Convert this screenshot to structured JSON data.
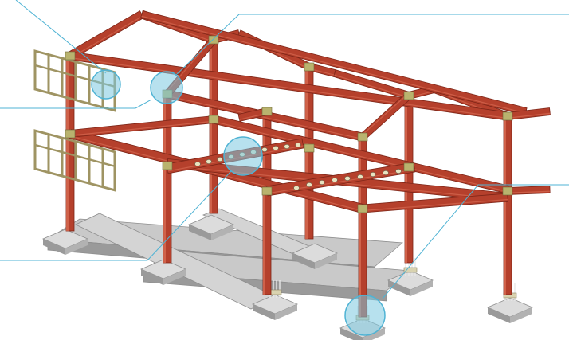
{
  "figure": {
    "subject": "steel-frame-structure-on-concrete-footings",
    "colors": {
      "steel": "#b5402c",
      "steel_dark": "#7d2517",
      "steel_light": "#d76a52",
      "concrete": "#c9c9c9",
      "concrete_dark": "#9a9a9a",
      "callout": "#4fb3d4",
      "callout_fill": "#7cc8e0",
      "railing": "#9f9463",
      "bolt": "#e9e3c0"
    },
    "callouts": [
      {
        "name": "callout-railing-connection"
      },
      {
        "name": "callout-beam-column-joint"
      },
      {
        "name": "callout-beam-web-openings"
      },
      {
        "name": "callout-column-base-anchor"
      }
    ]
  }
}
